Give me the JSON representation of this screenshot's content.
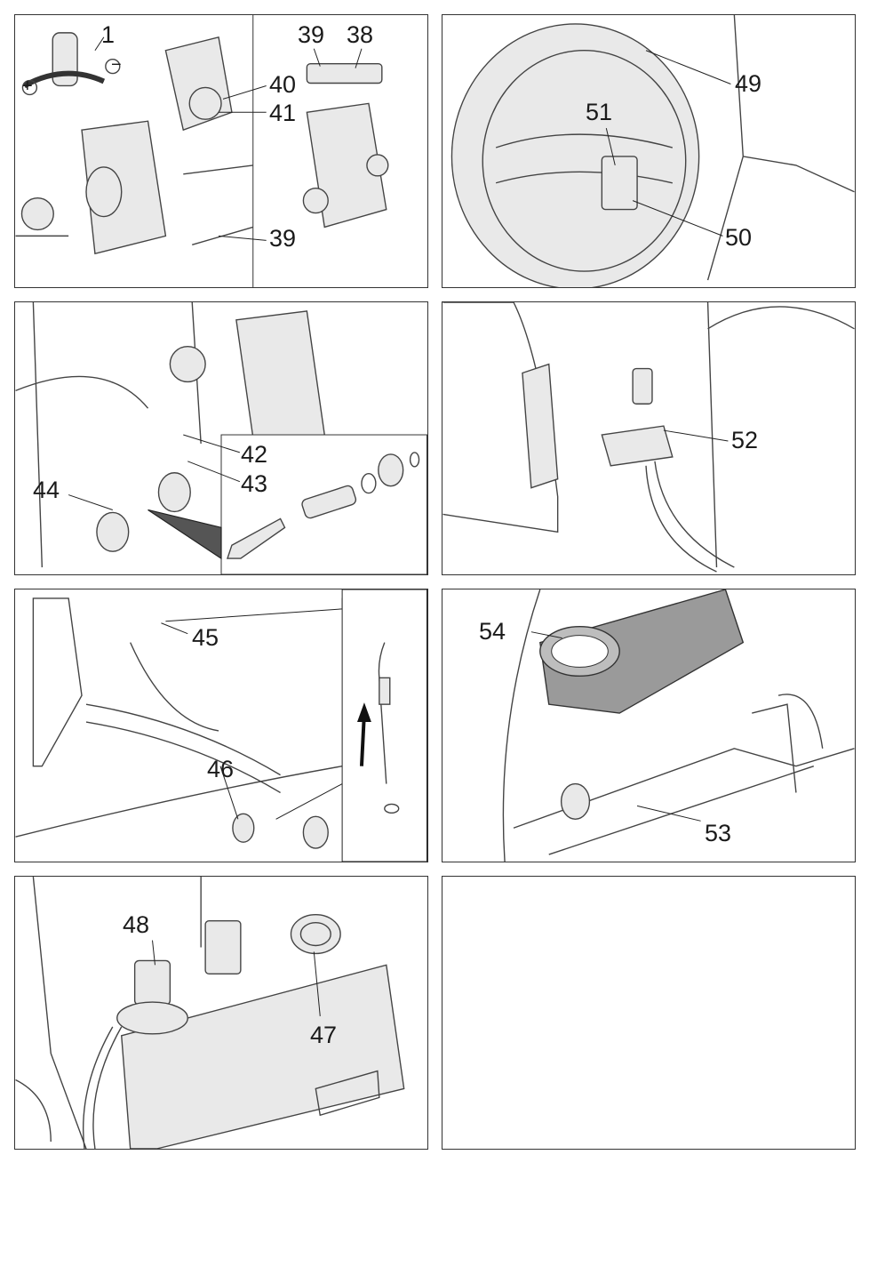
{
  "panels": [
    {
      "labels": [
        "1",
        "39",
        "38",
        "40",
        "41",
        "39"
      ],
      "symbols": {
        "plus": "+",
        "minus": "−"
      }
    },
    {
      "labels": [
        "49",
        "51",
        "50"
      ]
    },
    {
      "labels": [
        "42",
        "43",
        "44"
      ]
    },
    {
      "labels": [
        "52"
      ]
    },
    {
      "labels": [
        "45",
        "46"
      ]
    },
    {
      "labels": [
        "54",
        "53"
      ]
    },
    {
      "labels": [
        "48",
        "47"
      ]
    },
    {
      "labels": []
    }
  ]
}
